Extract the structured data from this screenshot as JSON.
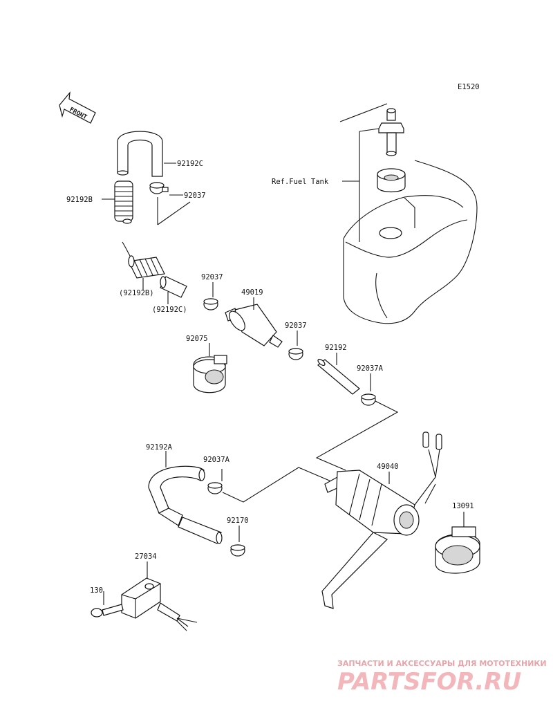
{
  "diagram_code": "E1520",
  "front_marker": "FRONT",
  "ref_note": "Ref.Fuel Tank",
  "labels": {
    "p92192C": "92192C",
    "p92037_a": "92037",
    "p92192B": "92192B",
    "p92192B_paren": "(92192B)",
    "p92192C_paren": "(92192C)",
    "p92037_b": "92037",
    "p49019": "49019",
    "p92037_c": "92037",
    "p92075": "92075",
    "p92192": "92192",
    "p92037A_a": "92037A",
    "p92192A": "92192A",
    "p92037A_b": "92037A",
    "p49040": "49040",
    "p13091": "13091",
    "p92170": "92170",
    "p27034": "27034",
    "p130": "130"
  },
  "watermark": {
    "tagline": "ЗАПЧАСТИ И АКСЕССУАРЫ ДЛЯ МОТОТЕХНИКИ",
    "brand": "PARTSFOR.RU"
  },
  "colors": {
    "ink": "#111111",
    "watermark": "#f2b6bb"
  }
}
